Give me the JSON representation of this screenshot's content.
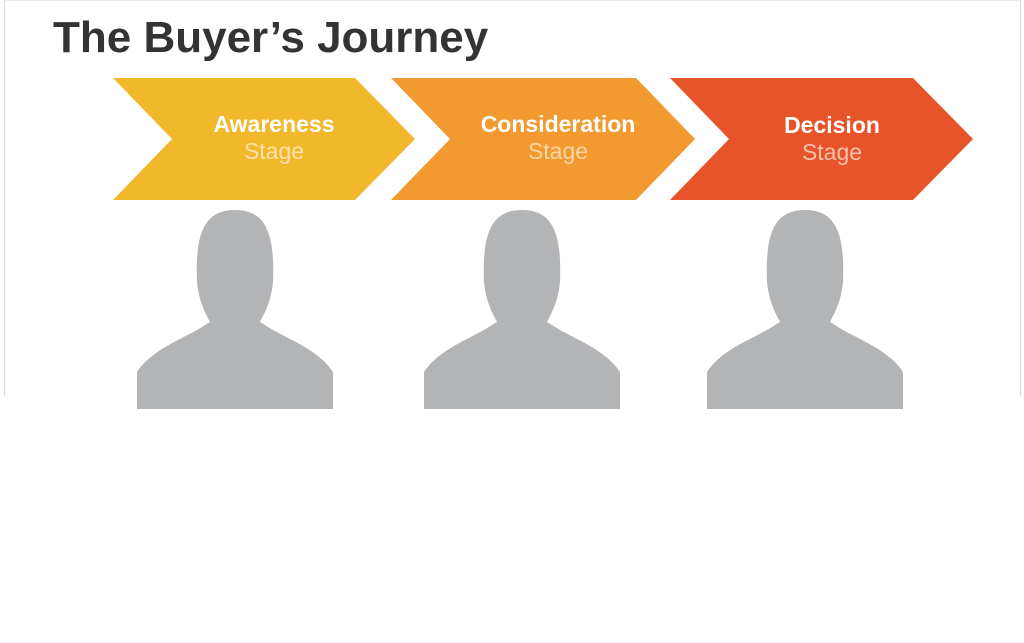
{
  "title": "The Buyer’s Journey",
  "stages": [
    {
      "name": "Awareness",
      "sub": "Stage",
      "color": "#F2B82C"
    },
    {
      "name": "Consideration",
      "sub": "Stage",
      "color": "#F29A30"
    },
    {
      "name": "Decision",
      "sub": "Stage",
      "color": "#E8542A"
    }
  ],
  "person_color": "#B3B4B6"
}
